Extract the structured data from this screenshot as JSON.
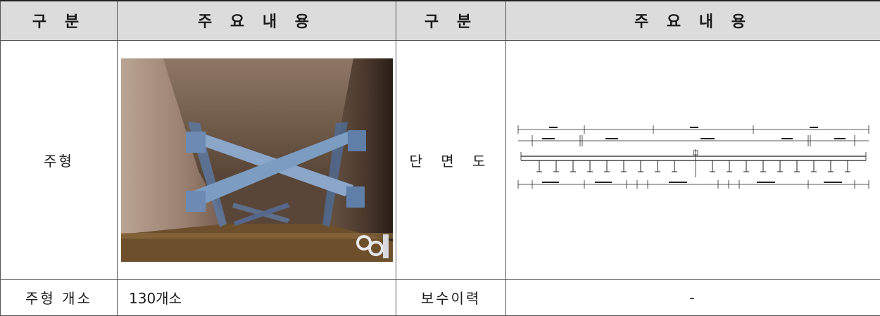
{
  "header": {
    "col1": "구 분",
    "col2": "주 요 내 용",
    "col3": "구 분",
    "col4": "주 요 내 용"
  },
  "row1": {
    "label_left": "주형",
    "photo_icon": "girder-cross-bracing-photo",
    "label_right": "단 면 도",
    "drawing_icon": "bridge-cross-section-drawing"
  },
  "row2": {
    "label_left": "주형 개소",
    "value_left": "130개소",
    "label_right": "보수이력",
    "value_right": "-"
  }
}
